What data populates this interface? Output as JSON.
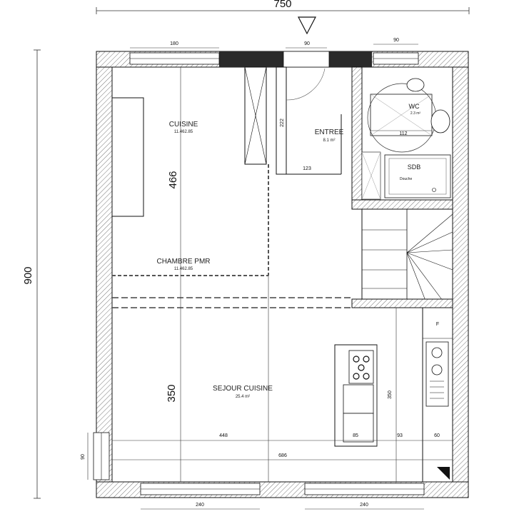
{
  "dimensions": {
    "overall_width": "750",
    "overall_height": "900",
    "top_window_left": "180",
    "top_door": "90",
    "top_window_right": "90",
    "kitchen_height": "466",
    "living_height": "350",
    "bottom_window_left": "240",
    "bottom_window_right": "240",
    "entry_closet_h": "222",
    "entry_closet_w": "123",
    "wc_width": "112",
    "span_448": "448",
    "span_686": "686",
    "left_window": "90",
    "island_350": "350",
    "island_85": "85",
    "span_93": "93",
    "span_60": "60"
  },
  "rooms": {
    "cuisine": {
      "name": "CUISINE",
      "area": "11.462.85"
    },
    "entree": {
      "name": "ENTREE",
      "area": "8.1 m²"
    },
    "wc": {
      "name": "WC",
      "area": "2.3 m²"
    },
    "sdb": {
      "name": "SDB",
      "area": ""
    },
    "chambre": {
      "name": "CHAMBRE PMR",
      "area": "11.462.85"
    },
    "sejour": {
      "name": "SEJOUR CUISINE",
      "area": "25.4 m²"
    }
  },
  "fixtures": {
    "shower_label": "Douche",
    "fridge_label": "F"
  }
}
